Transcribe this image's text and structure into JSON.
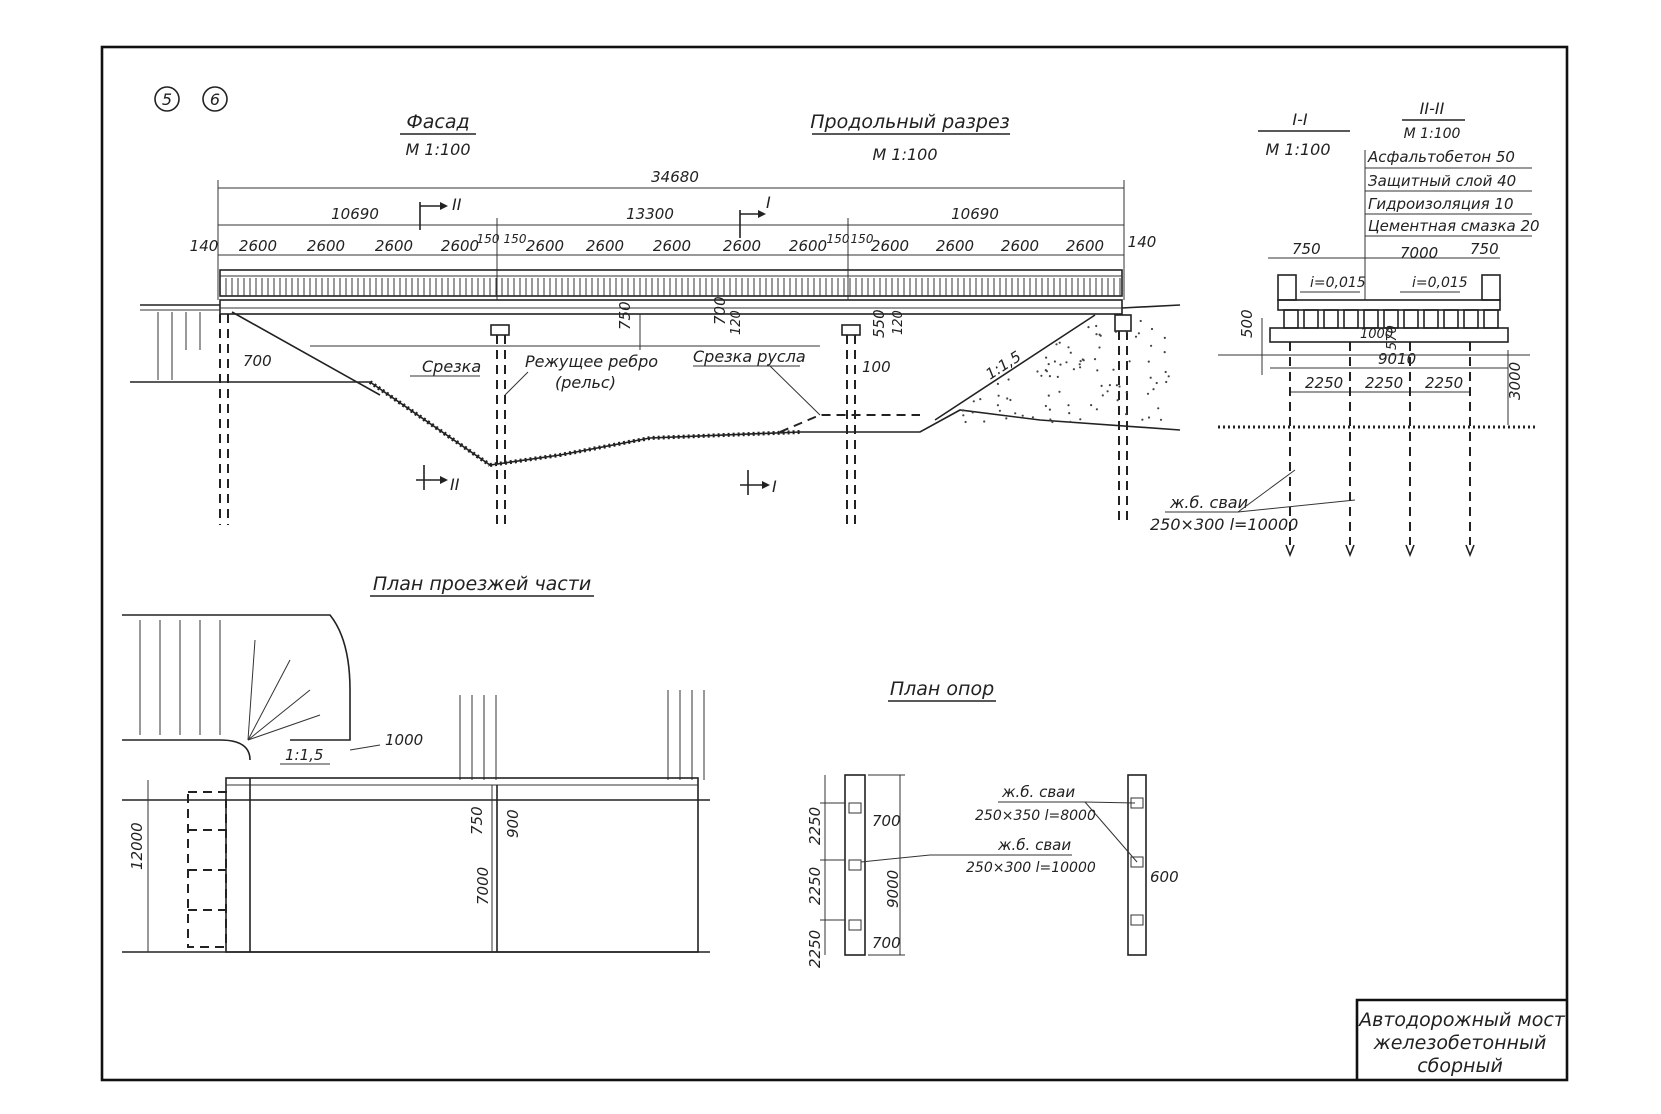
{
  "sheet_marks": [
    "5",
    "6"
  ],
  "views": {
    "facade": {
      "title": "Фасад",
      "scale": "М 1:100"
    },
    "longitudinal": {
      "title": "Продольный разрез",
      "scale": "М 1:100"
    },
    "section_1": {
      "title": "I-I",
      "scale": "М 1:100"
    },
    "section_2": {
      "title": "II-II",
      "scale": "М 1:100"
    },
    "roadway_plan": {
      "title": "План проезжей части"
    },
    "supports_plan": {
      "title": "План опор"
    }
  },
  "facade_dims": {
    "total": "34680",
    "spans": [
      "10690",
      "13300",
      "10690"
    ],
    "edge": "140",
    "bay": "2600",
    "joint": "150",
    "vertical": [
      "750",
      "700",
      "120",
      "550",
      "120",
      "700",
      "100"
    ],
    "slope": "1:1,5"
  },
  "section_marks": {
    "cut_2": "II",
    "cut_1": "I"
  },
  "facade_labels": {
    "cut": "Срезка",
    "cutting_edge": "Режущее ребро",
    "cutting_edge_sub": "(рельс)",
    "channel_cut": "Срезка русла",
    "piles": "ж.б. сваи",
    "piles_spec": "250×300 l=10000"
  },
  "pavement_layers": [
    "Асфальтобетон 50",
    "Защитный слой 40",
    "Гидроизоляция 10",
    "Цементная смазка 20"
  ],
  "cross_section_dims": {
    "sidewalk_left": "750",
    "roadway": "7000",
    "sidewalk_right": "750",
    "slope_left": "i=0,015",
    "slope_right": "i=0,015",
    "height": "500",
    "beam": "1000",
    "beam_h": "570",
    "cap_width": "9010",
    "pile_spacing": [
      "2250",
      "2250",
      "2250"
    ],
    "pile_depth": "3000"
  },
  "roadway_plan_dims": {
    "slope": "1:1,5",
    "offset": "1000",
    "width_total": "12000",
    "curb": "750",
    "road": "7000",
    "sidewalk": "900"
  },
  "supports_plan_dims": {
    "spacing": [
      "2250",
      "2250",
      "2250"
    ],
    "offset_top": "700",
    "offset_bottom": "700",
    "length": "9000",
    "abutment_pile_offset": "600",
    "pile_a_name": "ж.б. сваи",
    "pile_a_spec": "250×350 l=8000",
    "pile_b_name": "ж.б. сваи",
    "pile_b_spec": "250×300 l=10000"
  },
  "title_block": [
    "Автодорожный мост",
    "железобетонный",
    "сборный"
  ]
}
